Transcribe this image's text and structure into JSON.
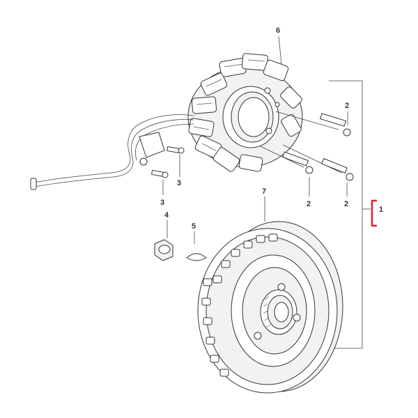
{
  "diagram": {
    "callouts": {
      "stator": "6",
      "screw_long_a": "2",
      "screw_long_b": "2",
      "screw_long_c": "2",
      "screw_short_a": "3",
      "screw_short_b": "3",
      "nut": "4",
      "key": "5",
      "flywheel": "7",
      "assembly": "1"
    },
    "colors": {
      "line": "#333333",
      "bracket_highlight": "#e0202a"
    }
  }
}
